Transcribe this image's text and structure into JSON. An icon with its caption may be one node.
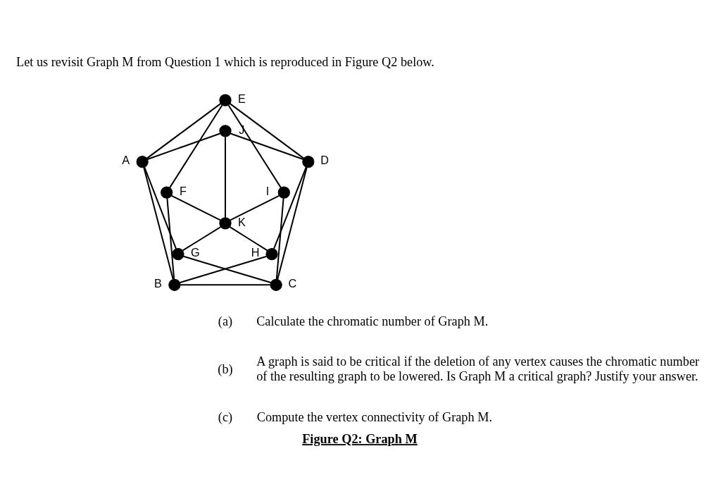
{
  "diagram": {
    "caption": "Figure Q2: Graph M",
    "nodes": [
      {
        "text": [],
        "shape": "circle",
        "beside": [
          "E"
        ]
      },
      {
        "text": [],
        "shape": "circle",
        "beside": [
          "J"
        ]
      },
      {
        "text": [],
        "shape": "circle",
        "beside": [
          "A"
        ]
      },
      {
        "text": [],
        "shape": "circle",
        "beside": [
          "D"
        ]
      },
      {
        "text": [],
        "shape": "circle",
        "beside": [
          "F"
        ]
      },
      {
        "text": [],
        "shape": "circle",
        "beside": [
          "I"
        ]
      },
      {
        "text": [],
        "shape": "circle",
        "beside": [
          "K"
        ]
      },
      {
        "text": [],
        "shape": "circle",
        "beside": [
          "G"
        ]
      },
      {
        "text": [],
        "shape": "circle",
        "beside": [
          "H"
        ]
      },
      {
        "text": [],
        "shape": "circle",
        "beside": [
          "B"
        ]
      },
      {
        "text": [],
        "shape": "circle",
        "beside": [
          "C"
        ]
      }
    ],
    "edges": [
      {
        "from": 2,
        "to": 0,
        "arrow": "none"
      },
      {
        "from": 0,
        "to": 3,
        "arrow": "none"
      },
      {
        "from": 2,
        "to": 9,
        "arrow": "none"
      },
      {
        "from": 3,
        "to": 10,
        "arrow": "none"
      },
      {
        "from": 9,
        "to": 10,
        "arrow": "none"
      },
      {
        "from": 0,
        "to": 4,
        "arrow": "none"
      },
      {
        "from": 0,
        "to": 5,
        "arrow": "none"
      },
      {
        "from": 2,
        "to": 1,
        "arrow": "none"
      },
      {
        "from": 1,
        "to": 3,
        "arrow": "none"
      },
      {
        "from": 2,
        "to": 7,
        "arrow": "none"
      },
      {
        "from": 3,
        "to": 8,
        "arrow": "none"
      },
      {
        "from": 4,
        "to": 9,
        "arrow": "none"
      },
      {
        "from": 5,
        "to": 10,
        "arrow": "none"
      },
      {
        "from": 8,
        "to": 9,
        "arrow": "none"
      },
      {
        "from": 7,
        "to": 10,
        "arrow": "none"
      },
      {
        "from": 1,
        "to": 6,
        "arrow": "none"
      },
      {
        "from": 4,
        "to": 6,
        "arrow": "none"
      },
      {
        "from": 6,
        "to": 5,
        "arrow": "none"
      },
      {
        "from": 6,
        "to": 7,
        "arrow": "none"
      },
      {
        "from": 6,
        "to": 8,
        "arrow": "none"
      }
    ],
    "labels": [
      "Let us revisit Graph M from Question 1 which is reproduced in Figure Q2 below.",
      "(a)",
      "Calculate the chromatic number of Graph M.",
      "(b)",
      "A graph is said to be critical if the deletion of any vertex causes the chromatic number of the resulting graph to be lowered. Is Graph M a critical graph? Justify your answer.",
      "(c)",
      "Compute the vertex connectivity of Graph M."
    ]
  }
}
